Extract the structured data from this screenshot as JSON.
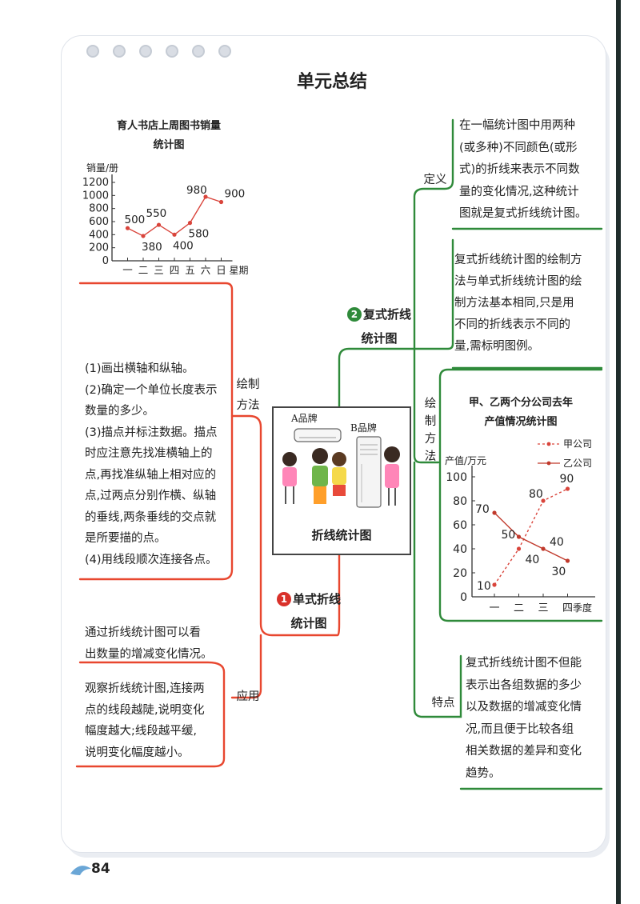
{
  "title": "单元总结",
  "page_number": "84",
  "center": {
    "label": "折线统计图",
    "brand_a": "A品牌",
    "brand_b": "B品牌"
  },
  "single": {
    "node_num": "1",
    "node_label": [
      "单式折线",
      "统计图"
    ],
    "method_label": [
      "绘制",
      "方法"
    ],
    "method_steps": [
      "(1)画出横轴和纵轴。",
      "(2)确定一个单位长度表示",
      "数量的多少。",
      "(3)描点并标注数据。描点",
      "时应注意先找准横轴上的",
      "点,再找准纵轴上相对应的",
      "点,过两点分别作横、纵轴",
      "的垂线,两条垂线的交点就",
      "是所要描的点。",
      "(4)用线段顺次连接各点。"
    ],
    "use_intro": [
      "通过折线统计图可以看",
      "出数量的增减变化情况。"
    ],
    "use_label": "应用",
    "use_lines": [
      "观察折线统计图,连接两",
      "点的线段越陡,说明变化",
      "幅度越大;线段越平缓,",
      "说明变化幅度越小。"
    ]
  },
  "compound": {
    "node_num": "2",
    "node_label": [
      "复式折线",
      "统计图"
    ],
    "def_label": "定义",
    "def_lines": [
      "在一幅统计图中用两种",
      "(或多种)不同颜色(或形",
      "式)的折线来表示不同数",
      "量的变化情况,这种统计",
      "图就是复式折线统计图。"
    ],
    "method_label": [
      "绘",
      "制",
      "方",
      "法"
    ],
    "method_lines": [
      "复式折线统计图的绘制方",
      "法与单式折线统计图的绘",
      "制方法基本相同,只是用",
      "不同的折线表示不同的",
      "量,需标明图例。"
    ],
    "feature_label": "特点",
    "feature_lines": [
      "复式折线统计图不但能",
      "表示出各组数据的多少",
      "以及数据的增减变化情",
      "况,而且便于比较各组",
      "相关数据的差异和变化",
      "趋势。"
    ]
  },
  "chart_data": [
    {
      "type": "line",
      "title": [
        "育人书店上周图书销量",
        "统计图"
      ],
      "ylabel": "销量/册",
      "xlabel": "星期",
      "categories": [
        "一",
        "二",
        "三",
        "四",
        "五",
        "六",
        "日"
      ],
      "yticks": [
        "0",
        "200",
        "400",
        "600",
        "800",
        "1000",
        "1200"
      ],
      "ylim": [
        0,
        1200
      ],
      "values": [
        500,
        380,
        550,
        400,
        580,
        980,
        900
      ],
      "value_labels": [
        "500",
        "380",
        "550",
        "400",
        "580",
        "980",
        "900"
      ],
      "color": "#d9443b"
    },
    {
      "type": "line",
      "title": [
        "甲、乙两个分公司去年",
        "产值情况统计图"
      ],
      "ylabel": "产值/万元",
      "xlabel": "季度",
      "categories": [
        "一",
        "二",
        "三",
        "四"
      ],
      "yticks": [
        "0",
        "20",
        "40",
        "60",
        "80",
        "100"
      ],
      "ylim": [
        0,
        100
      ],
      "series": [
        {
          "name": "甲公司",
          "values": [
            10,
            40,
            80,
            90
          ],
          "labels": [
            "10",
            "40",
            "80",
            "90"
          ],
          "style": "dashed",
          "color": "#d9443b"
        },
        {
          "name": "乙公司",
          "values": [
            70,
            50,
            40,
            30
          ],
          "labels": [
            "70",
            "50",
            "40",
            "30"
          ],
          "style": "solid",
          "color": "#c0392b"
        }
      ]
    }
  ],
  "colors": {
    "red_branch": "#e8472f",
    "green_branch": "#2f8a3a",
    "badge_red": "#d9312a",
    "badge_green": "#2f8a3a"
  }
}
